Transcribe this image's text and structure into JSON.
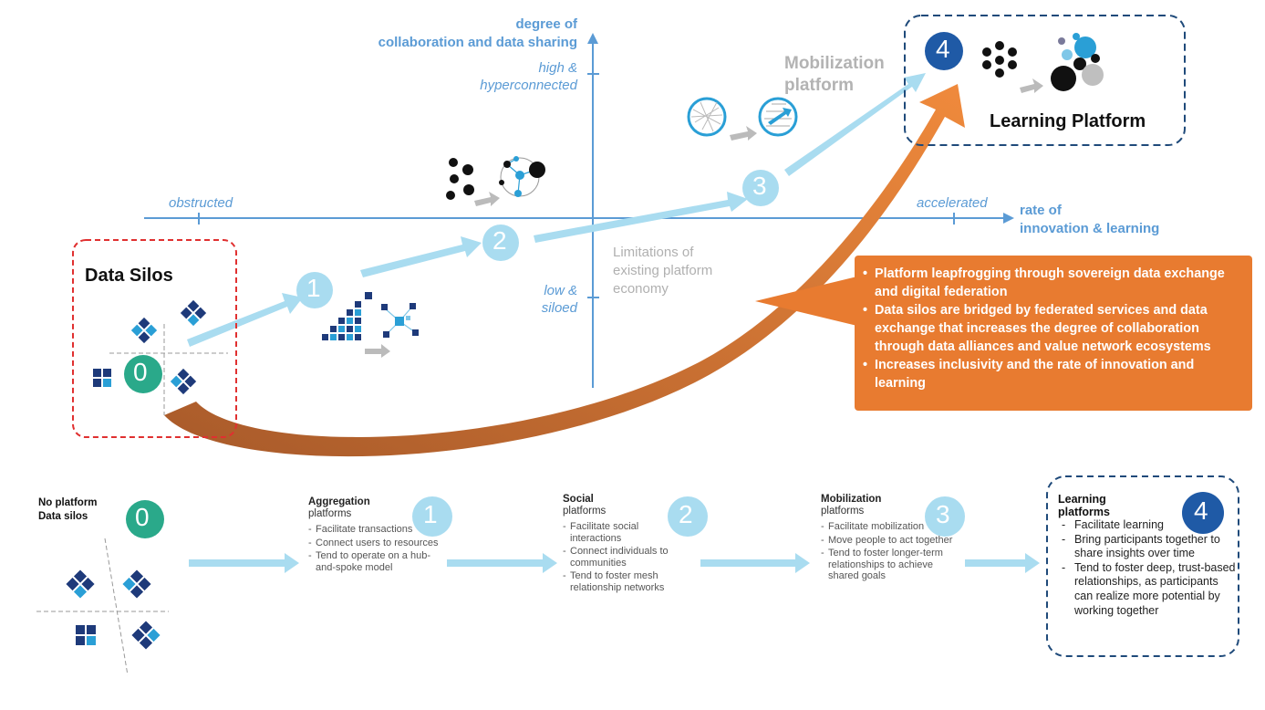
{
  "axes": {
    "y_label": [
      "degree of",
      "collaboration and data sharing"
    ],
    "y_high": [
      "high &",
      "hyperconnected"
    ],
    "y_low": [
      "low &",
      "siloed"
    ],
    "x_low": "obstructed",
    "x_high": "accelerated",
    "x_label": [
      "rate of",
      "innovation & learning"
    ]
  },
  "top": {
    "data_silos": "Data Silos",
    "limitations": [
      "Limitations of",
      "existing platform",
      "economy"
    ],
    "mobilization": [
      "Mobilization",
      "platform"
    ],
    "learning_platform": "Learning Platform",
    "stage_numbers": [
      "0",
      "1",
      "2",
      "3",
      "4"
    ]
  },
  "callout": {
    "bullets": [
      "Platform leapfrogging through sovereign data exchange and digital federation",
      "Data silos are bridged by federated services and data exchange that increases the degree of collaboration through data alliances and value network ecosystems",
      "Increases inclusivity and the rate of innovation and learning"
    ]
  },
  "bottom": {
    "stage0": {
      "number": "0",
      "title": [
        "No platform",
        "Data silos"
      ]
    },
    "stage1": {
      "number": "1",
      "title": [
        "Aggregation",
        "platforms"
      ],
      "items": [
        "Facilitate transactions",
        "Connect users to resources",
        "Tend to operate on a hub-and-spoke model"
      ]
    },
    "stage2": {
      "number": "2",
      "title": [
        "Social",
        "platforms"
      ],
      "items": [
        "Facilitate social interactions",
        "Connect individuals to communities",
        "Tend to foster mesh relationship networks"
      ]
    },
    "stage3": {
      "number": "3",
      "title": [
        "Mobilization",
        "platforms"
      ],
      "items": [
        "Facilitate mobilization",
        "Move people to act together",
        "Tend to foster longer-term relationships to achieve shared goals"
      ]
    },
    "stage4": {
      "number": "4",
      "title": [
        "Learning",
        "platforms"
      ],
      "items": [
        "Facilitate learning",
        "Bring participants together to share insights over time",
        "Tend to foster deep, trust-based relationships, as participants can realize more potential by working together"
      ]
    }
  },
  "colors": {
    "axis_blue": "#5b9bd5",
    "light_blue": "#a9dcf0",
    "circle_blue": "#9fd5ec",
    "teal": "#2aa98a",
    "dark_blue": "#1f5aa6",
    "navy": "#243a73",
    "orange": "#e87b30",
    "silo_red": "#e03030"
  }
}
